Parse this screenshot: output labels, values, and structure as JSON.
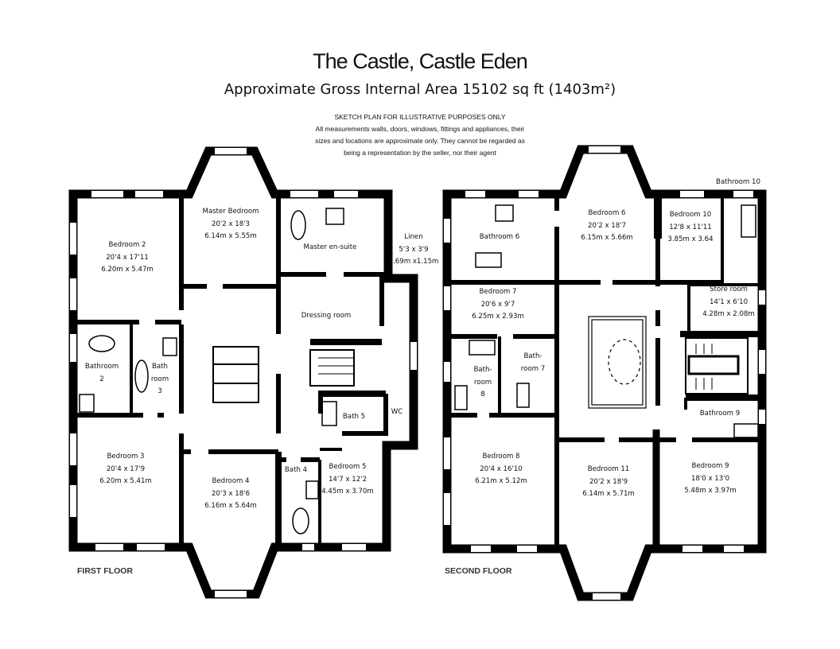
{
  "header": {
    "title": "The Castle, Castle Eden",
    "subtitle": "Approximate Gross Internal Area 15102 sq ft (1403m²)",
    "notes": [
      "SKETCH PLAN FOR ILLUSTRATIVE PURPOSES ONLY",
      "All measurements walls, doors, windows, fittings and appliances, their",
      "sizes and locations are approximate only. They cannot be regarded as",
      "being a representation by the seller, nor their agent"
    ]
  },
  "first_floor": {
    "label": "FIRST FLOOR",
    "rooms": {
      "master_bedroom": {
        "name": "Master Bedroom",
        "imperial": "20'2 x 18'3",
        "metric": "6.14m x 5.55m"
      },
      "bedroom_2": {
        "name": "Bedroom 2",
        "imperial": "20'4 x 17'11",
        "metric": "6.20m x 5.47m"
      },
      "master_ensuite": {
        "name": "Master en-suite"
      },
      "linen": {
        "name": "Linen",
        "imperial": "5'3 x 3'9",
        "metric": "1.69m x1.15m"
      },
      "dressing_room": {
        "name": "Dressing room"
      },
      "bathroom_2": {
        "line1": "Bathroom",
        "line2": "2"
      },
      "bathroom_3": {
        "line1": "Bath",
        "line2": "room",
        "line3": "3"
      },
      "bath_5": {
        "name": "Bath 5"
      },
      "wc": {
        "name": "WC"
      },
      "bedroom_3": {
        "name": "Bedroom 3",
        "imperial": "20'4 x 17'9",
        "metric": "6.20m x 5.41m"
      },
      "bedroom_4": {
        "name": "Bedroom 4",
        "imperial": "20'3 x 18'6",
        "metric": "6.16m x 5.64m"
      },
      "bath_4": {
        "name": "Bath 4"
      },
      "bedroom_5": {
        "name": "Bedroom 5",
        "imperial": "14'7 x 12'2",
        "metric": "4.45m x 3.70m"
      }
    }
  },
  "second_floor": {
    "label": "SECOND FLOOR",
    "rooms": {
      "bathroom_6": {
        "name": "Bathroom 6"
      },
      "bedroom_6": {
        "name": "Bedroom 6",
        "imperial": "20'2 x 18'7",
        "metric": "6.15m x 5.66m"
      },
      "bedroom_10": {
        "name": "Bedroom 10",
        "imperial": "12'8 x 11'11",
        "metric": "3.85m x 3.64"
      },
      "bathroom_10": {
        "name": "Bathroom 10"
      },
      "bedroom_7": {
        "name": "Bedroom 7",
        "imperial": "20'6 x 9'7",
        "metric": "6.25m x 2.93m"
      },
      "store_room": {
        "name": "Store room",
        "imperial": "14'1 x 6'10",
        "metric": "4.28m x 2.08m"
      },
      "bathroom_8": {
        "line1": "Bath-",
        "line2": "room",
        "line3": "8"
      },
      "bathroom_7": {
        "line1": "Bath-",
        "line2": "room 7"
      },
      "bathroom_9": {
        "name": "Bathroom 9"
      },
      "bedroom_8": {
        "name": "Bedroom 8",
        "imperial": "20'4 x 16'10",
        "metric": "6.21m x 5.12m"
      },
      "bedroom_11": {
        "name": "Bedroom 11",
        "imperial": "20'2 x 18'9",
        "metric": "6.14m x 5.71m"
      },
      "bedroom_9": {
        "name": "Bedroom 9",
        "imperial": "18'0 x 13'0",
        "metric": "5.48m x 3.97m"
      }
    }
  }
}
